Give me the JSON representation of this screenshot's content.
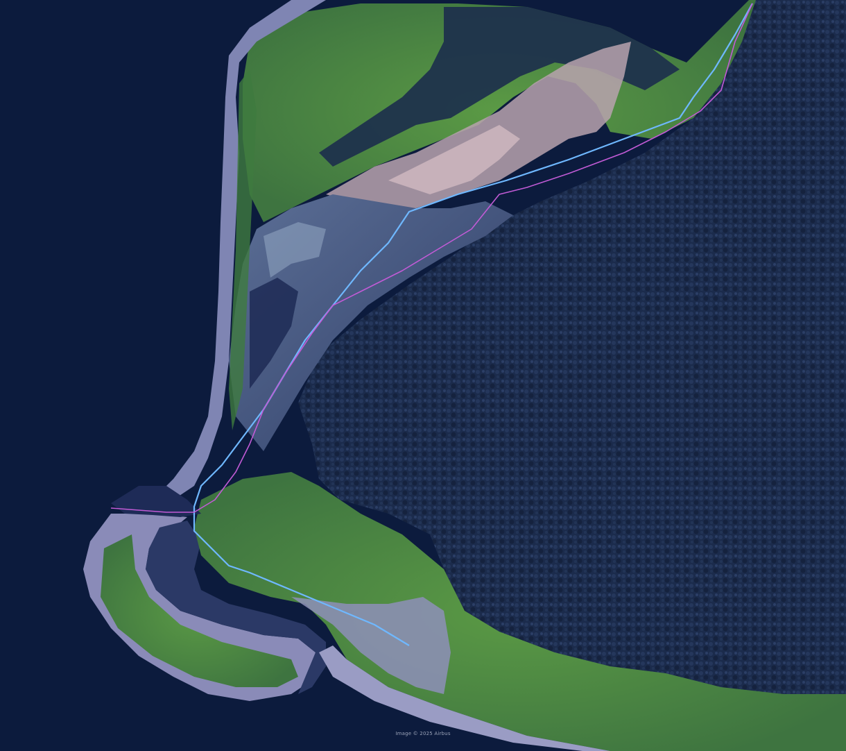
{
  "map": {
    "type": "satellite-imagery",
    "attribution": "Image © 2025 Airbus",
    "features": {
      "water": "ocean",
      "land": [
        "forest",
        "grassland",
        "tidal-mudflat",
        "sand-spit",
        "river-channel"
      ]
    },
    "routes": [
      {
        "name": "",
        "color": "#6fb8ff"
      },
      {
        "name": "",
        "color": "#c25bd6"
      }
    ],
    "colors": {
      "ocean": "#0b1a3a",
      "forest": "#1a2a4a",
      "grass": "#4f8a3e",
      "mudflat": "#6d6a8e",
      "sand": "#b8a7b8",
      "sandbar": "#8a8bb8"
    }
  }
}
